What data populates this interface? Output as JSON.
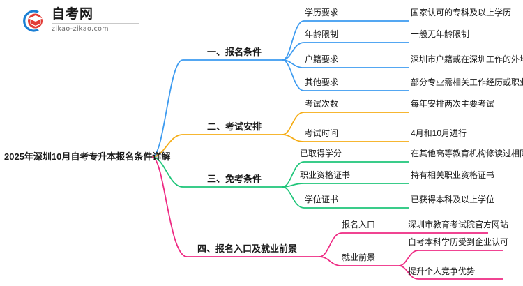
{
  "logo": {
    "name_cn": "自考网",
    "url": "zikao-zikao.com",
    "mark_icon": "graduation-cap-icon",
    "arc_color": "#1a7fd4",
    "cap_color": "#e23b35"
  },
  "mindmap": {
    "root": {
      "label": "2025年深圳10月自考专升本报名条件详解"
    },
    "branches": [
      {
        "label": "一、报名条件",
        "color": "#3d9bf0",
        "children": [
          {
            "label": "学历要求",
            "detail": "国家认可的专科及以上学历"
          },
          {
            "label": "年龄限制",
            "detail": "一般无年龄限制"
          },
          {
            "label": "户籍要求",
            "detail": "深圳市户籍或在深圳工作的外地人员"
          },
          {
            "label": "其他要求",
            "detail": "部分专业需相关工作经历或职业资格证书"
          }
        ]
      },
      {
        "label": "二、考试安排",
        "color": "#f5ac14",
        "children": [
          {
            "label": "考试次数",
            "detail": "每年安排两次主要考试"
          },
          {
            "label": "考试时间",
            "detail": "4月和10月进行"
          }
        ]
      },
      {
        "label": "三、免考条件",
        "color": "#1ec579",
        "children": [
          {
            "label": "已取得学分",
            "detail": "在其他高等教育机构修读过相同科目"
          },
          {
            "label": "职业资格证书",
            "detail": "持有相关职业资格证书"
          },
          {
            "label": "学位证书",
            "detail": "已获得本科及以上学位"
          }
        ]
      },
      {
        "label": "四、报名入口及就业前景",
        "color": "#ee2a83",
        "children": [
          {
            "label": "报名入口",
            "detail": "深圳市教育考试院官方网站"
          },
          {
            "label": "就业前景",
            "detail": "自考本科学历受到企业认可"
          },
          {
            "label": "",
            "detail": "提升个人竞争优势"
          }
        ]
      }
    ]
  }
}
